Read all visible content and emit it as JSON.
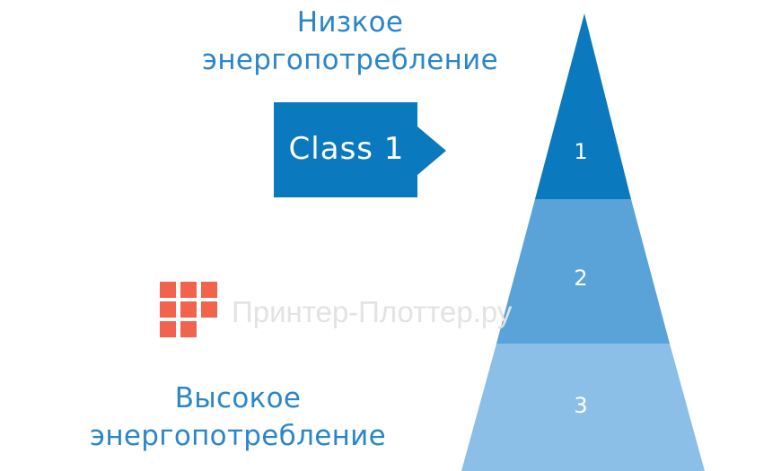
{
  "top_label": [
    "Низкое",
    "энергопотребление"
  ],
  "bottom_label": [
    "Высокое",
    "энергопотребление"
  ],
  "callout": {
    "text": "Class 1",
    "color": "#0a79bd"
  },
  "pyramid": {
    "tiers": [
      {
        "label": "1",
        "color": "#0a79bd"
      },
      {
        "label": "2",
        "color": "#5aa3d8"
      },
      {
        "label": "3",
        "color": "#8bbfe8"
      }
    ]
  },
  "watermark": {
    "text": "Принтер-Плоттер.ру",
    "logo_color": "#f2634e"
  }
}
